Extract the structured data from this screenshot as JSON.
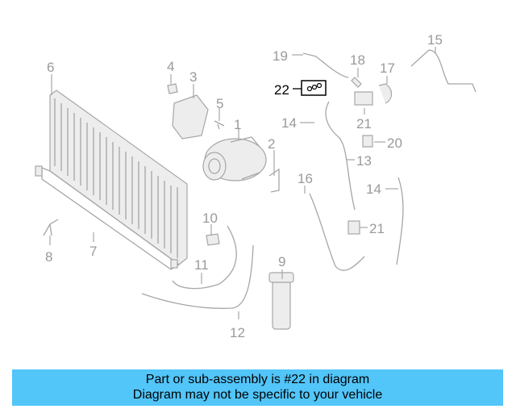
{
  "callouts": [
    "1",
    "2",
    "3",
    "4",
    "5",
    "6",
    "7",
    "8",
    "9",
    "10",
    "11",
    "12",
    "13",
    "14",
    "14",
    "15",
    "16",
    "17",
    "18",
    "19",
    "20",
    "21",
    "21",
    "22"
  ],
  "highlight_callout": "22",
  "banner": {
    "line1": "Part or sub-assembly is #22 in diagram",
    "line2": "Diagram may not be specific to your vehicle"
  },
  "colors": {
    "banner_bg": "#52c5f9",
    "part_gray": "#a6a6a6",
    "highlight": "#000000"
  }
}
